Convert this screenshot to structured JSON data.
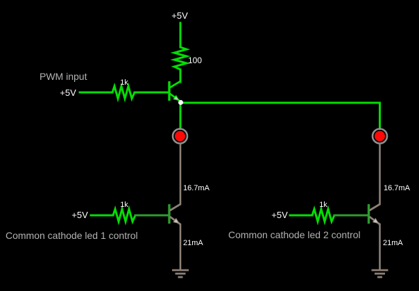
{
  "colors": {
    "background": "#000000",
    "wire_high": "#04dd04",
    "wire_mid": "#2f9b2f",
    "wire_neutral": "#8d8076",
    "led_ring": "#909090",
    "led_on": "#ff0808",
    "junction_dot": "#ffffff",
    "arrow": "#c6c6c6",
    "text_primary": "#ffffff",
    "text_annotation": "#b2b2b2"
  },
  "circuit": {
    "power_rail": {
      "label": "+5V"
    },
    "ballast_resistor": {
      "value": "100"
    },
    "pwm": {
      "annotation": "PWM input",
      "source_label": "+5V",
      "resistor_value": "1k"
    },
    "branch1": {
      "led_current": "16.7mA",
      "emitter_current": "21mA",
      "annotation": "Common cathode led 1 control",
      "source_label": "+5V",
      "resistor_value": "1k"
    },
    "branch2": {
      "led_current": "16.7mA",
      "emitter_current": "21mA",
      "annotation": "Common cathode led 2 control",
      "source_label": "+5V",
      "resistor_value": "1k"
    }
  }
}
